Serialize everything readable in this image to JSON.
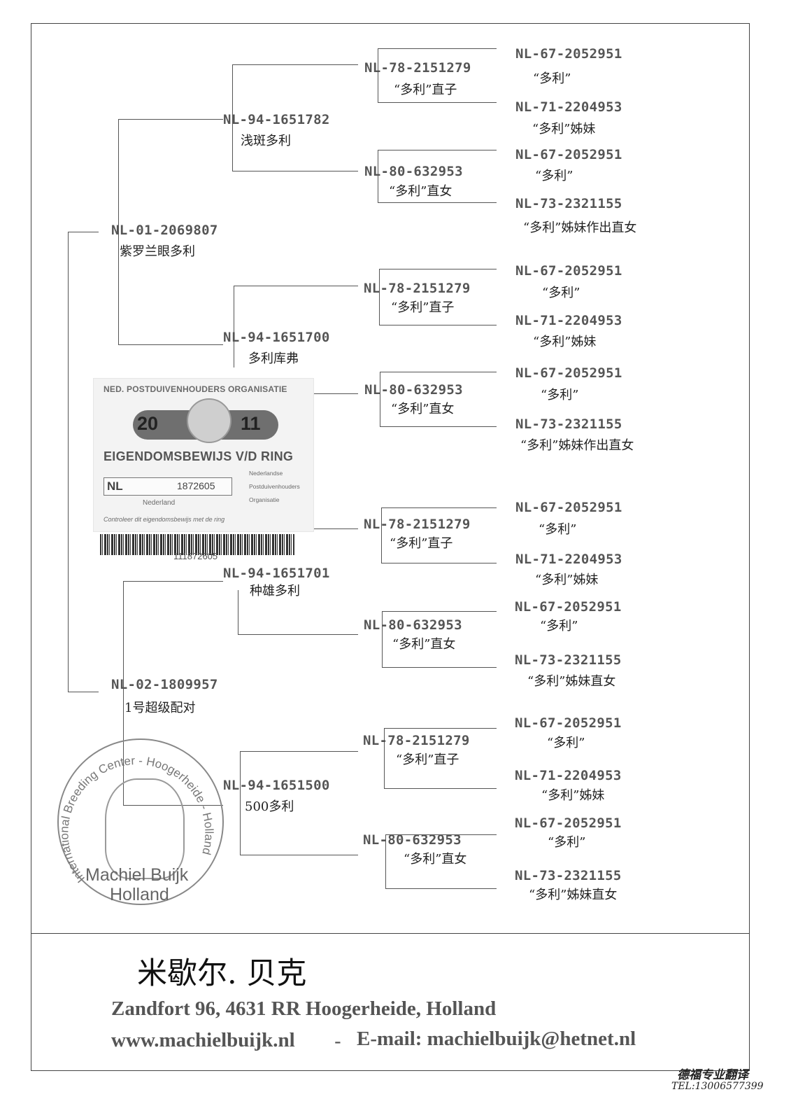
{
  "pedigree": {
    "main": [
      {
        "ring": "NL-01-2069807",
        "name": "紫罗兰眼多利"
      },
      {
        "ring": "NL-02-1809957",
        "name": "1号超级配对"
      }
    ],
    "parents": [
      {
        "ring": "NL-94-1651782",
        "name": "浅斑多利"
      },
      {
        "ring": "NL-94-1651700",
        "name": "多利库弗"
      },
      {
        "ring": "NL-94-1651701",
        "name": "种雄多利"
      },
      {
        "ring": "NL-94-1651500",
        "name": "500多利"
      }
    ],
    "grandparents": [
      {
        "ring": "NL-78-2151279",
        "name": "“多利”直子"
      },
      {
        "ring": "NL-80-632953",
        "name": "“多利”直女"
      },
      {
        "ring": "NL-78-2151279",
        "name": "“多利”直子"
      },
      {
        "ring": "NL-80-632953",
        "name": "“多利”直女"
      },
      {
        "ring": "NL-78-2151279",
        "name": "“多利”直子"
      },
      {
        "ring": "NL-80-632953",
        "name": "“多利”直女"
      },
      {
        "ring": "NL-78-2151279",
        "name": "“多利”直子"
      },
      {
        "ring": "NL-80-632953",
        "name": "“多利”直女"
      }
    ],
    "great_grandparents": [
      {
        "ring": "NL-67-2052951",
        "name": "“多利”"
      },
      {
        "ring": "NL-71-2204953",
        "name": "“多利”姊妹"
      },
      {
        "ring": "NL-67-2052951",
        "name": "“多利”"
      },
      {
        "ring": "NL-73-2321155",
        "name": "“多利”姊妹作出直女"
      },
      {
        "ring": "NL-67-2052951",
        "name": "“多利”"
      },
      {
        "ring": "NL-71-2204953",
        "name": "“多利”姊妹"
      },
      {
        "ring": "NL-67-2052951",
        "name": "“多利”"
      },
      {
        "ring": "NL-73-2321155",
        "name": "“多利”姊妹作出直女"
      },
      {
        "ring": "NL-67-2052951",
        "name": "“多利”"
      },
      {
        "ring": "NL-71-2204953",
        "name": "“多利”姊妹"
      },
      {
        "ring": "NL-67-2052951",
        "name": "“多利”"
      },
      {
        "ring": "NL-73-2321155",
        "name": "“多利”姊妹直女"
      },
      {
        "ring": "NL-67-2052951",
        "name": "“多利”"
      },
      {
        "ring": "NL-71-2204953",
        "name": "“多利”姊妹"
      },
      {
        "ring": "NL-67-2052951",
        "name": "“多利”"
      },
      {
        "ring": "NL-73-2321155",
        "name": "“多利”姊妹直女"
      }
    ]
  },
  "ring_card": {
    "header": "NED. POSTDUIVENHOUDERS ORGANISATIE",
    "year_left": "20",
    "year_right": "11",
    "title": "EIGENDOMSBEWIJS V/D RING",
    "country_code": "NL",
    "ring_number": "1872605",
    "country": "Nederland",
    "org_lines": [
      "Nederlandse",
      "Postduivenhouders",
      "Organisatie"
    ],
    "footer": "Controleer dit eigendomsbewijs met de ring",
    "barcode_number": "111872605"
  },
  "stamp": {
    "arc_text": "International Breeding Center - Hoogerheide - Holland",
    "name_line1": "Machiel Buijk",
    "name_line2": "Holland"
  },
  "footer": {
    "breeder_name": "米歇尔. 贝克",
    "address": "Zandfort 96, 4631 RR Hoogerheide, Holland",
    "website": "www.machielbuijk.nl",
    "separator": "-",
    "email": "E-mail: machielbuijk@hetnet.nl"
  },
  "translator": {
    "name": "德福专业翻译",
    "tel": "TEL:13006577399"
  }
}
